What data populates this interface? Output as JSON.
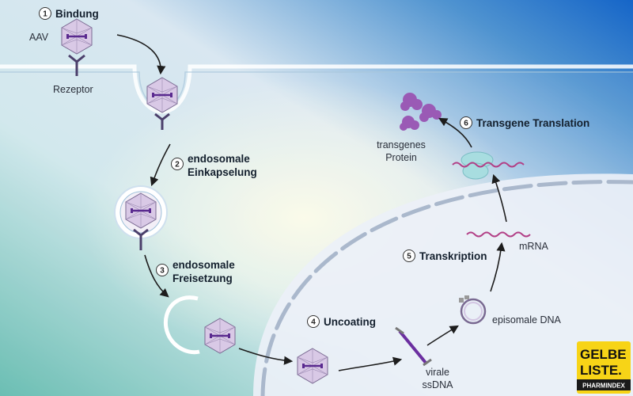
{
  "steps": [
    {
      "num": "1",
      "label": "Bindung"
    },
    {
      "num": "2",
      "label_line1": "endosomale",
      "label_line2": "Einkapselung"
    },
    {
      "num": "3",
      "label_line1": "endosomale",
      "label_line2": "Freisetzung"
    },
    {
      "num": "4",
      "label": "Uncoating"
    },
    {
      "num": "5",
      "label": "Transkription"
    },
    {
      "num": "6",
      "label": "Transgene Translation"
    }
  ],
  "labels": {
    "aav": "AAV",
    "receptor": "Rezeptor",
    "protein_line1": "transgenes",
    "protein_line2": "Protein",
    "mrna": "mRNA",
    "episomal": "episomale DNA",
    "ssdna_line1": "virale",
    "ssdna_line2": "ssDNA"
  },
  "logo": {
    "line1": "GELBE",
    "line2": "LISTE.",
    "sub": "PHARMINDEX"
  },
  "colors": {
    "membrane": "#ffffff",
    "capsid_fill": "#d9c9e6",
    "capsid_stroke": "#7a6a92",
    "dna": "#6b2fa0",
    "receptor": "#4b3f6b",
    "mrna": "#b23f86",
    "protein": "#9a5ab5",
    "ribosome": "#a8dde0",
    "logo_bg": "#f7d417"
  }
}
